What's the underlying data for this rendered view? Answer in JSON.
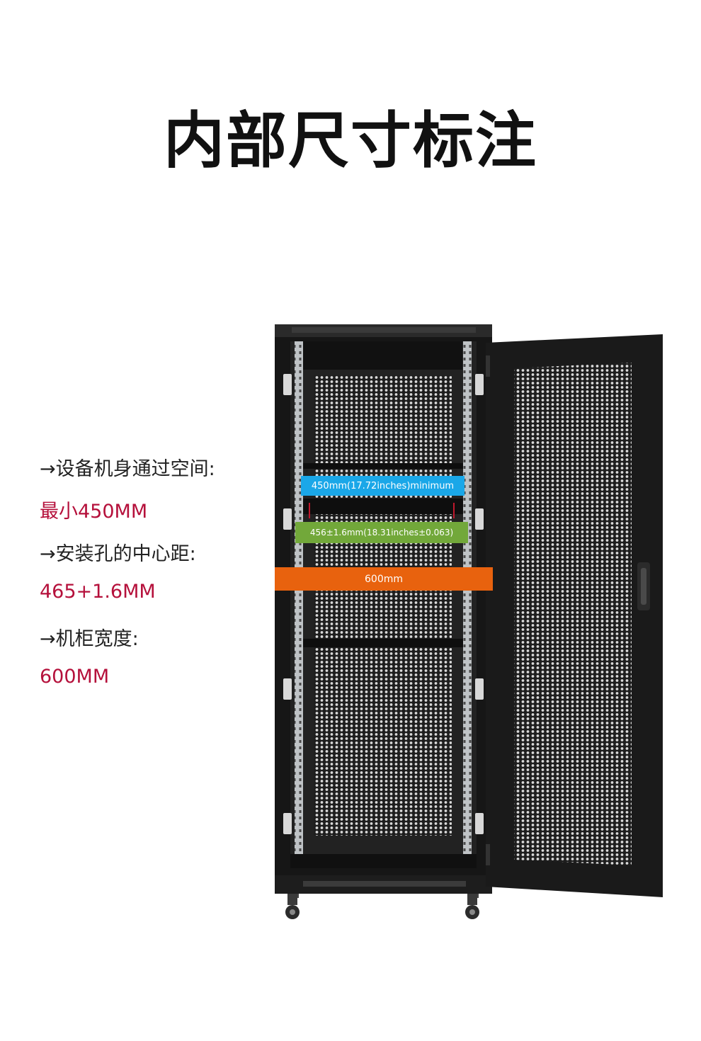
{
  "title": "内部尺寸标注",
  "specs": [
    {
      "label": "→设备机身通过空间:",
      "value": "最小450MM"
    },
    {
      "label": "→安装孔的中心距:",
      "value": "465+1.6MM"
    },
    {
      "label": "→机柜宽度:",
      "value": "600MM"
    }
  ],
  "dimensions": {
    "min_clearance": "450mm(17.72inches)minimum",
    "hole_center": "456±1.6mm(18.31inches±0.063)",
    "width": "600mm"
  },
  "colors": {
    "title": "#111111",
    "spec_value": "#b5103b",
    "dim_blue": "#1aa7e8",
    "dim_green": "#72a83a",
    "dim_orange": "#e8620e",
    "cabinet": "#1b1b1b"
  }
}
